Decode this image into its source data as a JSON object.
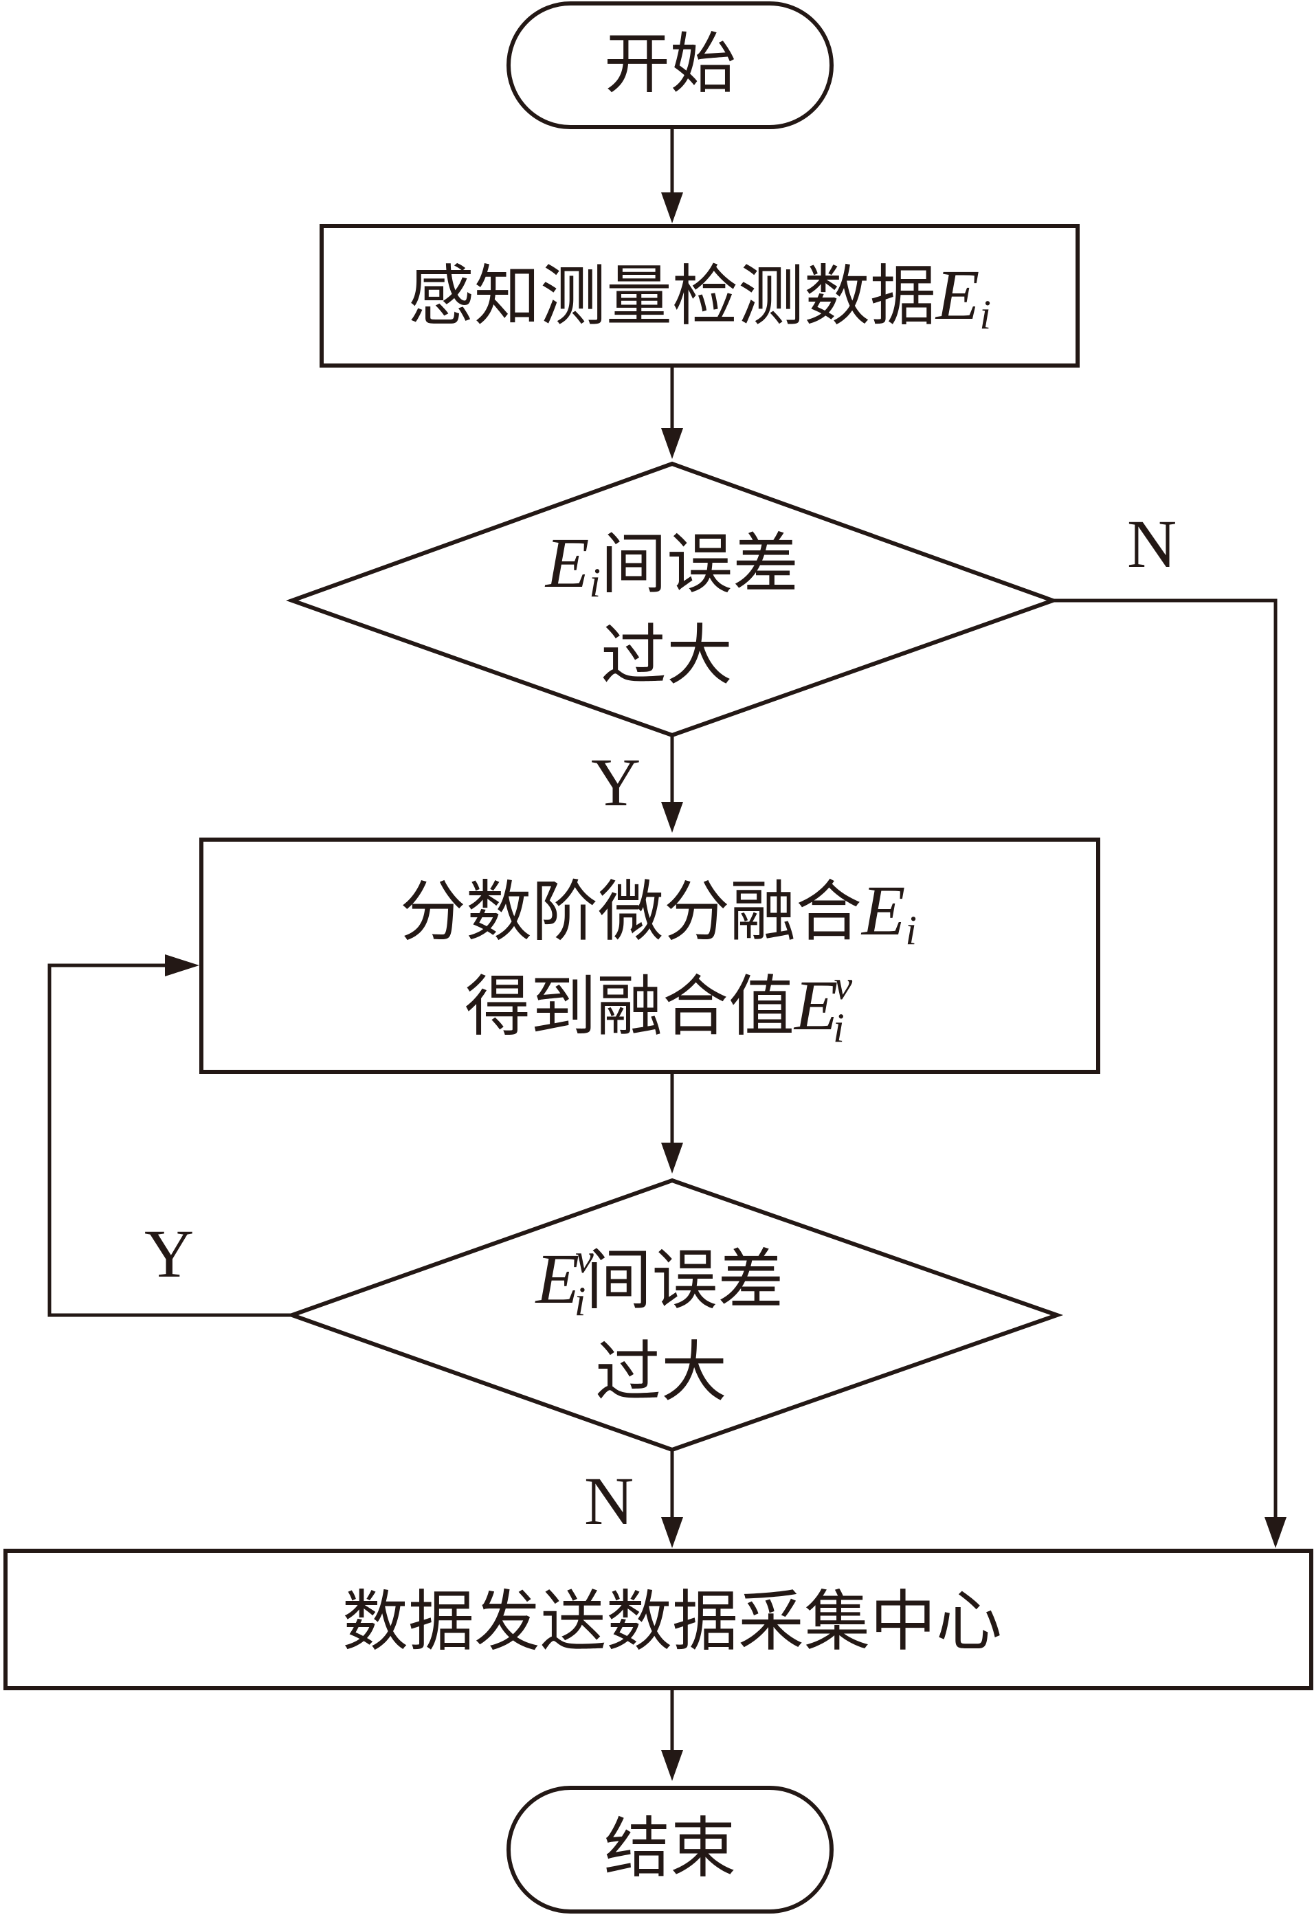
{
  "nodes": {
    "start": {
      "text": "开始"
    },
    "sense": {
      "text": "感知测量检测数据",
      "var": "E",
      "sub": "i"
    },
    "check1": {
      "var": "E",
      "sub": "i",
      "line1": "间误差",
      "line2": "过大"
    },
    "fuse": {
      "line1": "分数阶微分融合",
      "var1": "E",
      "sub1": "i",
      "line2": "得到融合值",
      "var2": "E",
      "sub2": "i",
      "sup2": "v"
    },
    "check2": {
      "var": "E",
      "sub": "i",
      "sup": "v",
      "line1": "间误差",
      "line2": "过大"
    },
    "send": {
      "text": "数据发送数据采集中心"
    },
    "end": {
      "text": "结束"
    }
  },
  "edges": {
    "check1_yes": "Y",
    "check1_no": "N",
    "check2_yes": "Y",
    "check2_no": "N"
  }
}
